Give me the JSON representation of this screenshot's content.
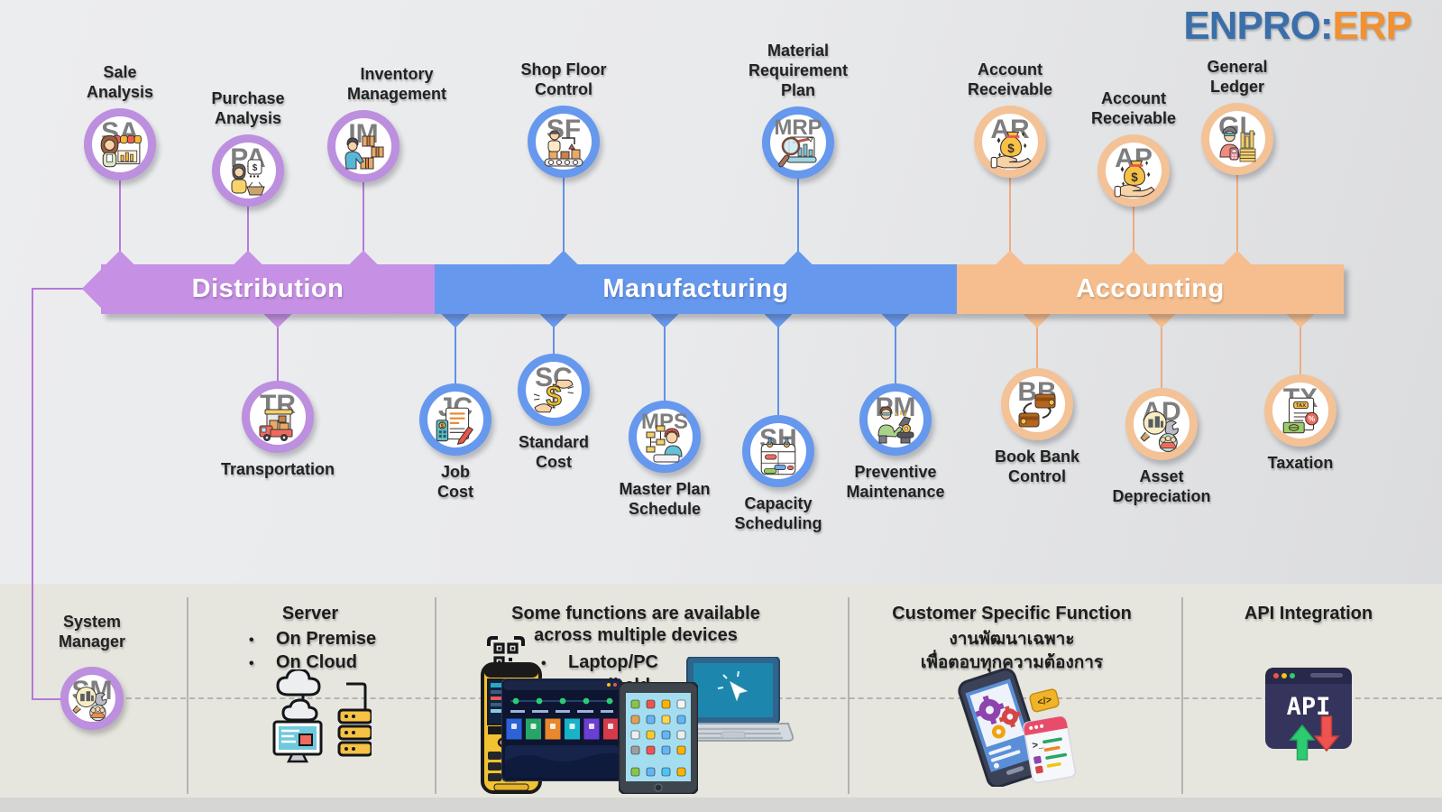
{
  "logo": {
    "part1": "ENPRO:",
    "part2": "ERP"
  },
  "colors": {
    "logo_blue": "#3c6fa9",
    "logo_orange": "#f09133",
    "families": {
      "distribution": {
        "band": "#c690e4",
        "ring": "#bd8fdf",
        "line": "#b678d8"
      },
      "manufacturing": {
        "band": "#6698ee",
        "ring": "#6698ee",
        "line": "#6191e8"
      },
      "accounting": {
        "band": "#f6be8e",
        "ring": "#f3c297",
        "line": "#efab7e"
      }
    }
  },
  "bands": [
    {
      "id": "distribution",
      "label": "Distribution",
      "family": "distribution"
    },
    {
      "id": "manufacturing",
      "label": "Manufacturing",
      "family": "manufacturing"
    },
    {
      "id": "accounting",
      "label": "Accounting",
      "family": "accounting"
    }
  ],
  "modules": {
    "top": [
      {
        "abbr": "SA",
        "label": "Sale\nAnalysis",
        "family": "distribution",
        "icon": "storefront-seller-icon"
      },
      {
        "abbr": "PA",
        "label": "Purchase\nAnalysis",
        "family": "distribution",
        "icon": "purchase-bubble-icon"
      },
      {
        "abbr": "IM",
        "label": "Inventory\nManagement",
        "family": "distribution",
        "icon": "warehouse-boxes-icon"
      },
      {
        "abbr": "SF",
        "label": "Shop Floor\nControl",
        "family": "manufacturing",
        "icon": "conveyor-operator-icon"
      },
      {
        "abbr": "MRP",
        "label": "Material\nRequirement\nPlan",
        "family": "manufacturing",
        "icon": "magnifier-chart-icon"
      },
      {
        "abbr": "AR",
        "label": "Account\nReceivable",
        "family": "accounting",
        "icon": "hand-moneybag-icon"
      },
      {
        "abbr": "AP",
        "label": "Account\nReceivable",
        "family": "accounting",
        "icon": "hand-moneybag-icon"
      },
      {
        "abbr": "GL",
        "label": "General\nLedger",
        "family": "accounting",
        "icon": "accountant-ledger-icon"
      }
    ],
    "bottom": [
      {
        "abbr": "TR",
        "label": "Transportation",
        "family": "distribution",
        "icon": "delivery-truck-icon"
      },
      {
        "abbr": "JC",
        "label": "Job\nCost",
        "family": "manufacturing",
        "icon": "cost-sheet-icon"
      },
      {
        "abbr": "SC",
        "label": "Standard\nCost",
        "family": "manufacturing",
        "icon": "hands-dollar-icon"
      },
      {
        "abbr": "MPS",
        "label": "Master Plan\nSchedule",
        "family": "manufacturing",
        "icon": "planner-flowchart-icon"
      },
      {
        "abbr": "SH",
        "label": "Capacity\nScheduling",
        "family": "manufacturing",
        "icon": "gantt-calendar-icon"
      },
      {
        "abbr": "PM",
        "label": "Preventive\nMaintenance",
        "family": "manufacturing",
        "icon": "machine-repair-icon"
      },
      {
        "abbr": "BB",
        "label": "Book Bank\nControl",
        "family": "accounting",
        "icon": "wallet-transfer-icon"
      },
      {
        "abbr": "AD",
        "label": "Asset\nDepreciation",
        "family": "accounting",
        "icon": "asset-inspection-icon"
      },
      {
        "abbr": "TX",
        "label": "Taxation",
        "family": "accounting",
        "icon": "tax-document-icon"
      }
    ]
  },
  "footer": {
    "system_manager": {
      "title": "System\nManager",
      "abbr": "SM",
      "family": "distribution",
      "icon": "admin-tools-icon"
    },
    "server": {
      "title": "Server",
      "bullets": [
        "On Premise",
        "On Cloud"
      ]
    },
    "devices": {
      "title": "Some functions are available\nacross multiple devices",
      "bullets": [
        "Laptop/PC",
        "Handheld",
        "Tablet"
      ]
    },
    "customer": {
      "title": "Customer Specific Function",
      "subtitle": "งานพัฒนาเฉพาะ\nเพื่อตอบทุกความต้องการ"
    },
    "api": {
      "title": "API Integration",
      "window_label": "API"
    }
  },
  "icon_texts": {
    "tax": "TAX",
    "code_tag": "</>",
    "dollar": "$"
  }
}
